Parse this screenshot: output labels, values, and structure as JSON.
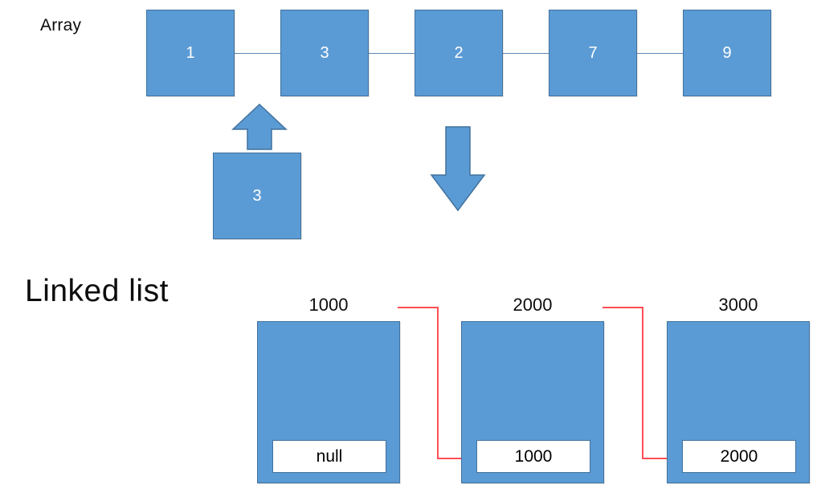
{
  "diagram": {
    "background_color": "#ffffff",
    "box_fill_color": "#5b9bd5",
    "box_stroke_color": "#41719c",
    "pointer_line_color": "#ff4d55",
    "array": {
      "label": "Array",
      "cells": [
        {
          "value": "1"
        },
        {
          "value": "3"
        },
        {
          "value": "2"
        },
        {
          "value": "7"
        },
        {
          "value": "9"
        }
      ],
      "inserted_value": "3",
      "up_arrow": "up-arrow",
      "down_arrow": "down-arrow"
    },
    "linked_list": {
      "title": "Linked list",
      "nodes": [
        {
          "address": "1000",
          "pointer": "null"
        },
        {
          "address": "2000",
          "pointer": "1000"
        },
        {
          "address": "3000",
          "pointer": "2000"
        }
      ]
    }
  }
}
